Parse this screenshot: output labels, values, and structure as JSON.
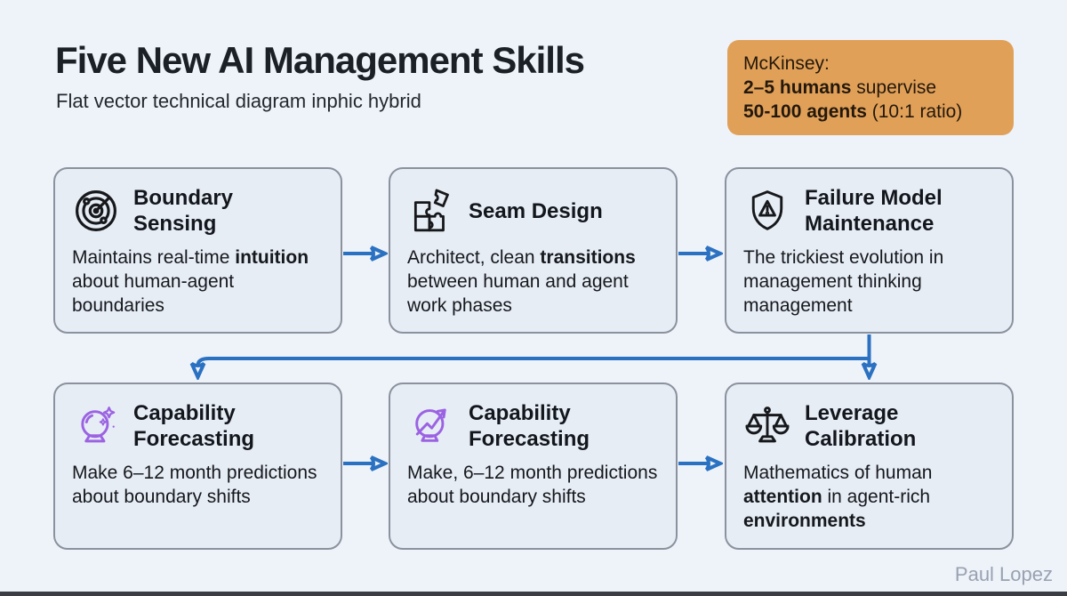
{
  "header": {
    "title": "Five New AI Management Skills",
    "subtitle": "Flat vector technical diagram inphic hybrid"
  },
  "badge": {
    "source": "McKinsey",
    "bg_color": "#e1a058",
    "lines": [
      [
        {
          "t": "McKinsey:",
          "b": false
        }
      ],
      [
        {
          "t": "2–5 humans",
          "b": true
        },
        {
          "t": " supervise",
          "b": false
        }
      ],
      [
        {
          "t": "50-100 agents",
          "b": true
        },
        {
          "t": " (10:1 ratio)",
          "b": false
        }
      ]
    ]
  },
  "cards": [
    {
      "icon": "radar-icon",
      "icon_color": "#16181b",
      "title": "Boundary\nSensing",
      "body": [
        {
          "t": "Maintains real-time ",
          "b": false
        },
        {
          "t": "intuition",
          "b": true
        },
        {
          "t": " about human-agent boundaries",
          "b": false
        }
      ]
    },
    {
      "icon": "puzzle-icon",
      "icon_color": "#16181b",
      "title": "Seam Design",
      "body": [
        {
          "t": "Architect, clean ",
          "b": false
        },
        {
          "t": "transitions",
          "b": true
        },
        {
          "t": " between human and agent work phases",
          "b": false
        }
      ]
    },
    {
      "icon": "shield-alert-icon",
      "icon_color": "#16181b",
      "title": "Failure Model\nMaintenance",
      "body": [
        {
          "t": "The trickiest evolution in management thinking management",
          "b": false
        }
      ]
    },
    {
      "icon": "crystal-ball-icon",
      "icon_color": "#9b63e2",
      "title": "Capability\nForecasting",
      "body": [
        {
          "t": "Make 6–12 month predictions about boundary shifts",
          "b": false
        }
      ]
    },
    {
      "icon": "trend-forecast-icon",
      "icon_color": "#9b63e2",
      "title": "Capability\nForecasting",
      "body": [
        {
          "t": "Make, 6–12 month predictions about boundary shifts",
          "b": false
        }
      ]
    },
    {
      "icon": "balance-scale-icon",
      "icon_color": "#16181b",
      "title": "Leverage\nCalibration",
      "body": [
        {
          "t": "Mathematics of human ",
          "b": false
        },
        {
          "t": "attention",
          "b": true
        },
        {
          "t": " in agent-rich ",
          "b": false
        },
        {
          "t": "environments",
          "b": true
        }
      ]
    }
  ],
  "flow": {
    "arrow_color": "#2b71c1",
    "connections": [
      "card1→card2",
      "card2→card3",
      "card3→card4",
      "card3→card6",
      "card4→card5",
      "card5→card6"
    ]
  },
  "footer": {
    "credit": "Paul Lopez"
  },
  "colors": {
    "background": "#eef2f9",
    "card_fill": "#e7edf5",
    "card_border": "#8b929d",
    "accent_blue": "#2b71c1",
    "accent_orange": "#e1a058",
    "accent_purple": "#9b63e2"
  }
}
